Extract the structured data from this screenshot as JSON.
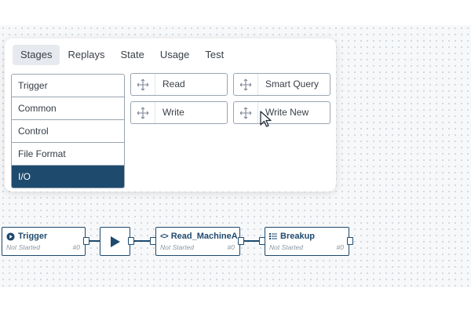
{
  "tabs": [
    {
      "label": "Stages"
    },
    {
      "label": "Replays"
    },
    {
      "label": "State"
    },
    {
      "label": "Usage"
    },
    {
      "label": "Test"
    }
  ],
  "categories": [
    {
      "label": "Trigger"
    },
    {
      "label": "Common"
    },
    {
      "label": "Control"
    },
    {
      "label": "File Format"
    },
    {
      "label": "I/O"
    }
  ],
  "operators": [
    {
      "label": "Read"
    },
    {
      "label": "Smart Query"
    },
    {
      "label": "Write"
    },
    {
      "label": "Write New"
    }
  ],
  "pipeline": {
    "trigger": {
      "title": "Trigger",
      "status": "Not Started",
      "num": "#0"
    },
    "read": {
      "title": "Read_MachineA",
      "status": "Not Started",
      "num": "#0"
    },
    "breakup": {
      "title": "Breakup",
      "status": "Not Started",
      "num": "#0"
    }
  },
  "colors": {
    "accent": "#1e4a6e",
    "border": "#9aa4b0",
    "muted": "#8b96a3"
  }
}
